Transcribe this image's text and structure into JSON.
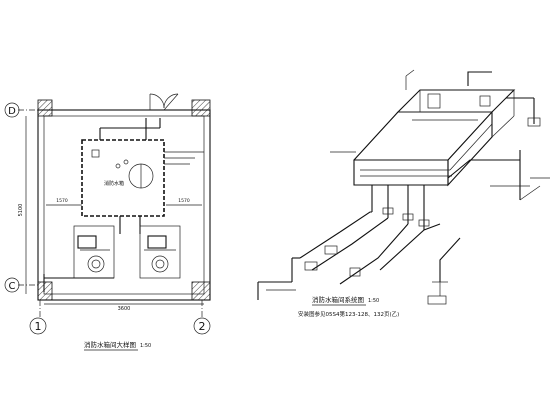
{
  "plan": {
    "axis_top": "D",
    "axis_bottom": "C",
    "axis_left": "1",
    "axis_right": "2",
    "title": "消防水箱间大样图",
    "scale": "1:50",
    "tank_label": "消防水箱",
    "dim_left": "5100",
    "dim_bottom": "3600",
    "dim_mid_left": "1570",
    "dim_mid_right": "1570"
  },
  "iso": {
    "title": "消防水箱间系统图",
    "scale": "1:50",
    "reference": "安装图参见05S4第123-128、132页(乙)"
  }
}
